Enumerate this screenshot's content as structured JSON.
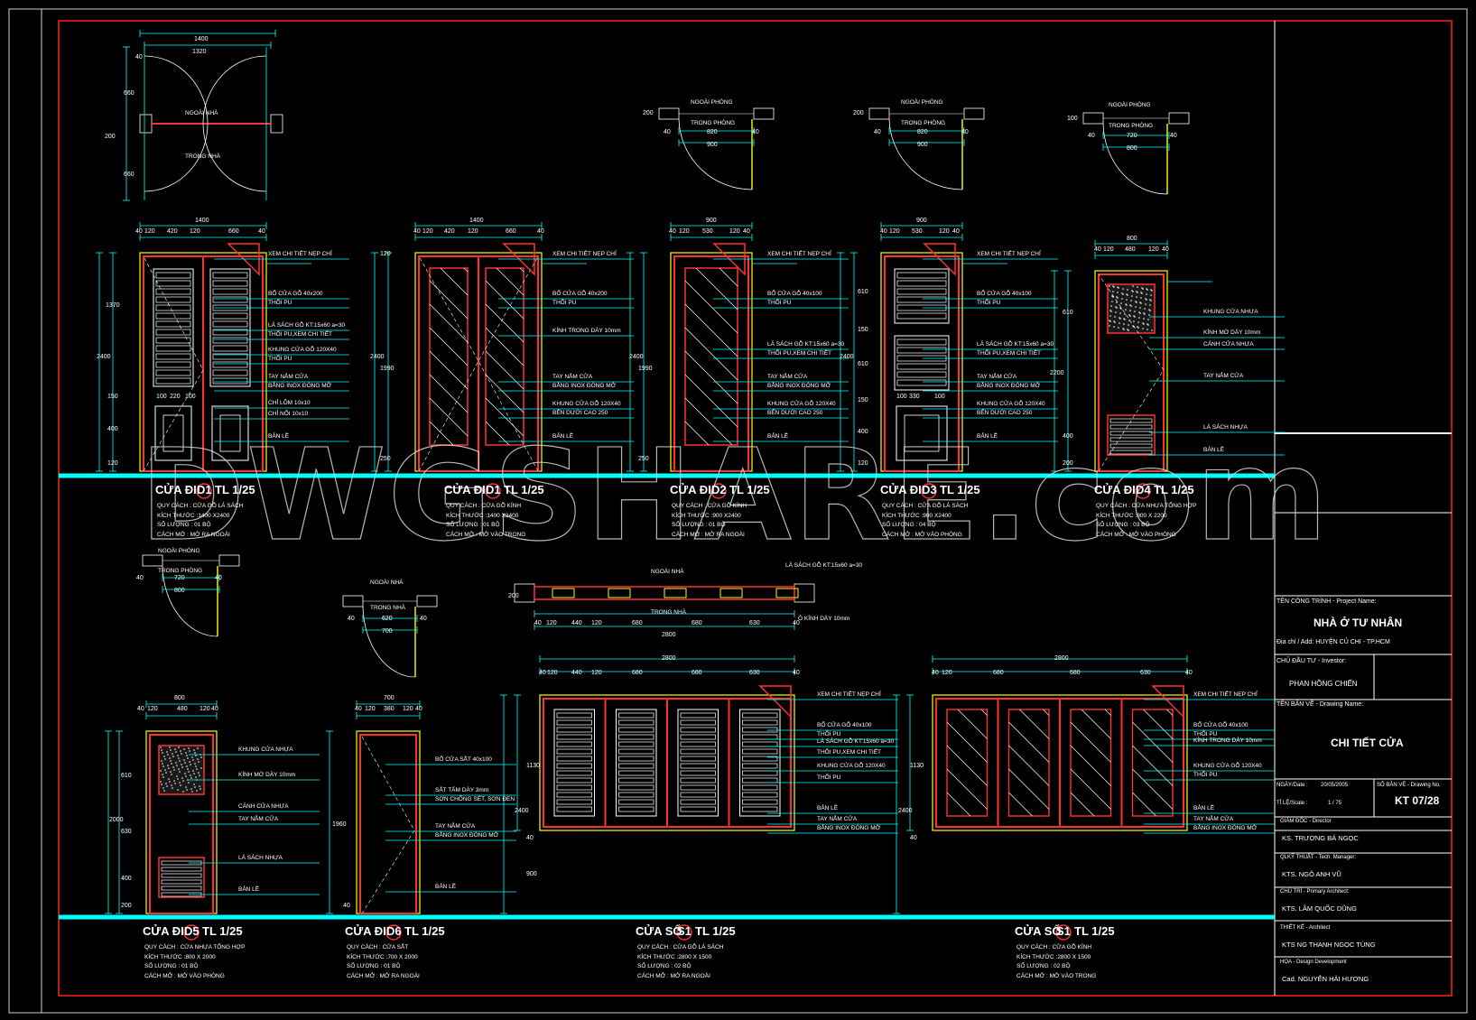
{
  "watermark": "DWGSHARE.com",
  "colors": {
    "frame": "#ff2020",
    "cyan": "#00ffff",
    "yellow": "#ffff00",
    "white": "#ffffff",
    "red": "#ff3030"
  },
  "doors_top": [
    {
      "title_prefix": "CỬA ĐI",
      "code": "D1",
      "scale": "TL 1/25",
      "specs": [
        "QUY CÁCH   : CỬA GỖ LÁ SÁCH",
        "KÍCH THƯỚC :1400 X2400",
        "SỐ LƯỢNG   : 01 BỘ",
        "CÁCH MỞ    : MỞ RA NGOÀI"
      ],
      "notes": [
        "XEM CHI TIẾT NẸP CHỈ",
        "BỔ CỬA GỖ 40x200",
        "THỔI PU",
        "LÁ SÁCH GỖ KT:15x60 a=30",
        "THỔI PU,XEM CHI TIẾT",
        "KHUNG CỬA GỖ 120X40",
        "THỔI PU",
        "TAY NẮM CỬA",
        "BẰNG INOX ĐÓNG MỞ",
        "CHỈ LÕM 10x10",
        "CHỈ NỔI 10x10",
        "BẢN LỀ"
      ],
      "dims": [
        "1400",
        "40",
        "120",
        "420",
        "120",
        "660",
        "40",
        "2400",
        "1370",
        "150",
        "400",
        "120",
        "100",
        "220",
        "100"
      ],
      "plan_dims": [
        "1400",
        "1320",
        "40",
        "660",
        "200",
        "660"
      ],
      "plan_labels": [
        "NGOÀI NHÀ",
        "TRONG NHÀ"
      ]
    },
    {
      "title_prefix": "CỬA ĐI",
      "code": "D1",
      "scale": "TL 1/25",
      "specs": [
        "QUY CÁCH   : CỬA GỖ KÍNH",
        "KÍCH THƯỚC :1400 X2400",
        "SỐ LƯỢNG   : 01 BỘ",
        "CÁCH MỞ    : MỞ VÀO TRONG"
      ],
      "notes": [
        "XEM CHI TIẾT NẸP CHỈ",
        "BỔ CỬA GỖ 40x200",
        "THỔI PU",
        "KÍNH TRONG DÀY 10mm",
        "TAY NẮM CỬA",
        "BẰNG INOX ĐÓNG MỞ",
        "KHUNG CỬA GỖ 120X40",
        "BÊN DƯỚI CAO 250",
        "BẢN LỀ"
      ],
      "dims": [
        "1400",
        "40",
        "120",
        "420",
        "120",
        "660",
        "40",
        "2400",
        "1990",
        "250",
        "120"
      ]
    },
    {
      "title_prefix": "CỬA ĐI",
      "code": "D2",
      "scale": "TL 1/25",
      "specs": [
        "QUY CÁCH   : CỬA GỖ KÍNH",
        "KÍCH THƯỚC :900 X2400",
        "SỐ LƯỢNG   : 01 BỘ",
        "CÁCH MỞ    : MỞ RA NGOÀI"
      ],
      "notes": [
        "XEM CHI TIẾT NẸP CHỈ",
        "BỔ CỬA GỖ 40x100",
        "THỔI PU",
        "LÁ SÁCH GỖ KT:15x60 a=30",
        "THỔI PU,XEM CHI TIẾT",
        "TAY NẮM CỬA",
        "BẰNG INOX ĐÓNG MỞ",
        "KHUNG CỬA GỖ 120X40",
        "BÊN DƯỚI CAO 250",
        "BẢN LỀ"
      ],
      "dims": [
        "900",
        "40",
        "120",
        "530",
        "120",
        "40",
        "2400",
        "1990",
        "250",
        "120"
      ],
      "plan_dims": [
        "820",
        "900",
        "40",
        "40",
        "200"
      ],
      "plan_labels": [
        "NGOÀI PHÒNG",
        "TRONG PHÒNG"
      ]
    },
    {
      "title_prefix": "CỬA ĐI",
      "code": "D3",
      "scale": "TL 1/25",
      "specs": [
        "QUY CÁCH   : CỬA GỖ LÁ SÁCH",
        "KÍCH THƯỚC :900 X2400",
        "SỐ LƯỢNG   : 04 BỘ",
        "CÁCH MỞ    : MỞ VÀO PHÒNG"
      ],
      "notes": [
        "XEM CHI TIẾT NẸP CHỈ",
        "BỔ CỬA GỖ 40x100",
        "THỔI PU",
        "LÁ SÁCH GỖ KT:15x60 a=30",
        "THỔI PU,XEM CHI TIẾT",
        "TAY NẮM CỬA",
        "BẰNG INOX ĐÓNG MỞ",
        "KHUNG CỬA GỖ 120X40",
        "BÊN DƯỚI CAO 250",
        "BẢN LỀ"
      ],
      "dims": [
        "900",
        "40",
        "120",
        "530",
        "120",
        "40",
        "2400",
        "610",
        "150",
        "610",
        "150",
        "400",
        "120",
        "100",
        "330",
        "100"
      ],
      "plan_dims": [
        "820",
        "900",
        "40",
        "40",
        "200"
      ],
      "plan_labels": [
        "NGOÀI PHÒNG",
        "TRONG PHÒNG"
      ]
    },
    {
      "title_prefix": "CỬA ĐI",
      "code": "D4",
      "scale": "TL 1/25",
      "specs": [
        "QUY CÁCH   : CỬA NHỰA TỔNG HỢP",
        "KÍCH THƯỚC :800 X 2200",
        "SỐ LƯỢNG   : 03 BỘ",
        "CÁCH MỞ    : MỞ VÀO PHÒNG"
      ],
      "notes": [
        "KHUNG CỬA NHỰA",
        "KÍNH MỜ DÀY 10mm",
        "CÁNH CỬA NHỰA",
        "TAY NẮM CỬA",
        "LÁ SÁCH NHỰA",
        "BẢN LỀ"
      ],
      "dims": [
        "800",
        "40",
        "120",
        "480",
        "120",
        "40",
        "2200",
        "610",
        "400",
        "200"
      ],
      "plan_dims": [
        "720",
        "800",
        "40",
        "40",
        "100"
      ],
      "plan_labels": [
        "NGOÀI PHÒNG",
        "TRONG PHÒNG"
      ]
    }
  ],
  "doors_bottom": [
    {
      "title_prefix": "CỬA ĐI",
      "code": "D5",
      "scale": "TL 1/25",
      "specs": [
        "QUY CÁCH   : CỬA NHỰA TỔNG HỢP",
        "KÍCH THƯỚC :800 X 2000",
        "SỐ LƯỢNG   : 01 BỘ",
        "CÁCH MỞ    : MỞ VÀO PHÒNG"
      ],
      "notes": [
        "KHUNG CỬA NHỰA",
        "KÍNH MỜ DÀY 10mm",
        "CÁNH CỬA NHỰA",
        "TAY NẮM CỬA",
        "LÁ SÁCH NHỰA",
        "BẢN LỀ"
      ],
      "dims": [
        "800",
        "40",
        "120",
        "480",
        "120",
        "40",
        "2000",
        "610",
        "630",
        "400",
        "200"
      ],
      "plan_dims": [
        "720",
        "800",
        "40",
        "40"
      ],
      "plan_labels": [
        "NGOÀI PHÒNG",
        "TRONG PHÒNG"
      ]
    },
    {
      "title_prefix": "CỬA ĐI",
      "code": "D6",
      "scale": "TL 1/25",
      "specs": [
        "QUY CÁCH   : CỬA SẮT",
        "KÍCH THƯỚC :700 X 2000",
        "SỐ LƯỢNG   : 01 BỘ",
        "CÁCH MỞ    : MỞ RA NGOÀI"
      ],
      "notes": [
        "BỔ CỬA SẮT 40x100",
        "SẮT TẤM DÀY 3mm",
        "SƠN CHỐNG SÉT, SƠN ĐEN",
        "TAY NẮM CỬA",
        "BẰNG INOX ĐÓNG MỞ",
        "BẢN LỀ"
      ],
      "dims": [
        "700",
        "40",
        "120",
        "380",
        "120",
        "40",
        "1960",
        "40"
      ],
      "plan_dims": [
        "620",
        "700",
        "40",
        "40"
      ],
      "plan_labels": [
        "NGOÀI NHÀ",
        "TRONG NHÀ"
      ]
    },
    {
      "title_prefix": "CỬA SỔ",
      "code": "S1",
      "scale": "TL 1/25",
      "specs": [
        "QUY CÁCH   : CỬA GỖ LÁ SÁCH",
        "KÍCH THƯỚC :2800 X 1500",
        "SỐ LƯỢNG   : 02 BỘ",
        "CÁCH MỞ    : MỞ RA NGOÀI"
      ],
      "notes": [
        "XEM CHI TIẾT NẸP CHỈ",
        "BỔ CỬA GỖ 40x100",
        "THỔI PU",
        "LÁ SÁCH GỖ KT:15x60 a=30",
        "THỔI PU,XEM CHI TIẾT",
        "KHUNG CỬA GỖ 120X40",
        "THỔI PU",
        "BẢN LỀ",
        "TAY NẮM CỬA",
        "BẰNG INOX ĐÓNG MỞ"
      ],
      "dims": [
        "2800",
        "40",
        "120",
        "440",
        "120",
        "680",
        "680",
        "630",
        "40",
        "2400",
        "1130",
        "40",
        "900"
      ],
      "plan_dims": [
        "2800",
        "40",
        "120",
        "440",
        "120",
        "680",
        "680",
        "630",
        "40",
        "200"
      ],
      "plan_labels": [
        "NGOÀI NHÀ",
        "TRONG NHÀ",
        "LÁ SÁCH GỖ KT:15x60 a=30",
        "Ô KÍNH DÀY 10mm"
      ]
    },
    {
      "title_prefix": "CỬA SỔ",
      "code": "S1",
      "scale": "TL 1/25",
      "specs": [
        "QUY CÁCH   : CỬA GỖ KÍNH",
        "KÍCH THƯỚC :2800 X 1500",
        "SỐ LƯỢNG   : 02 BỘ",
        "CÁCH MỞ    : MỞ VÀO TRONG"
      ],
      "notes": [
        "XEM CHI TIẾT NẸP CHỈ",
        "BỔ CỬA GỖ 40x100",
        "THỔI PU",
        "KÍNH TRONG DÀY 10mm",
        "KHUNG CỬA GỖ 120X40",
        "THỔI PU",
        "BẢN LỀ",
        "TAY NẮM CỬA",
        "BẰNG INOX ĐÓNG MỞ"
      ],
      "dims": [
        "2800",
        "40",
        "120",
        "680",
        "680",
        "630",
        "40",
        "2400",
        "1130",
        "40"
      ]
    }
  ],
  "title_block": {
    "project_label": "TÊN CÔNG TRÌNH - Project Name:",
    "project_name": "NHÀ Ở TƯ NHÂN",
    "address": "Địa chỉ / Add: HUYỆN CỦ CHI - TP.HCM",
    "investor_label": "CHỦ ĐẦU TƯ - Investor:",
    "investor": "PHAN HỒNG CHIẾN",
    "drawing_label": "TÊN BẢN VẼ - Drawing Name:",
    "drawing_name": "CHI TIẾT CỬA",
    "date_label": "NGÀY/Date :",
    "date": "20/05/2005",
    "scale_label": "TỈ LỆ/Scale :",
    "scale": "1 / 75",
    "sheet_label": "SỐ BẢN VẼ - Drawing No.",
    "sheet_no": "KT  07/28",
    "people": [
      {
        "role": "GIÁM ĐỐC - Director",
        "name": "KS. TRƯƠNG BÁ NGỌC"
      },
      {
        "role": "QLKỸ THUẬT - Tech. Manager:",
        "name": "KTS. NGÔ ANH VŨ"
      },
      {
        "role": "CHỦ TRÌ - Primary Architect:",
        "name": "KTS. LÂM QUỐC DŨNG"
      },
      {
        "role": "THIẾT KẾ - Architect",
        "name": "KTS NG THANH NGỌC TÙNG"
      },
      {
        "role": "HỌA - Design Development",
        "name": "Cad. NGUYỄN HẢI HƯƠNG"
      }
    ]
  }
}
